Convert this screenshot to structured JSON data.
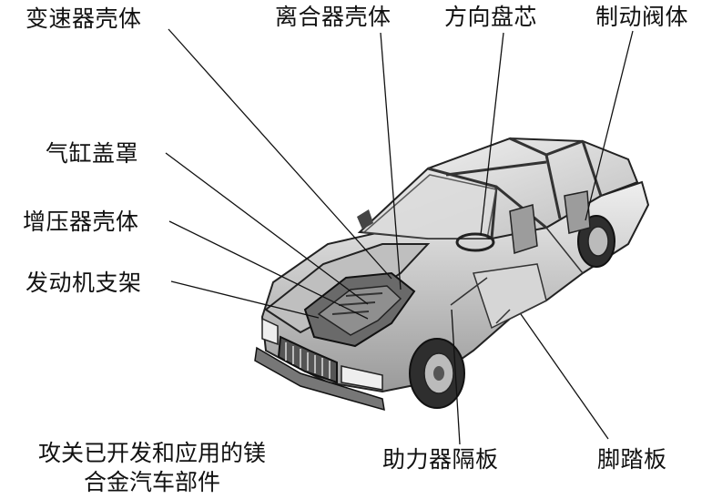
{
  "labels": {
    "gearbox_housing": "变速器壳体",
    "clutch_housing": "离合器壳体",
    "steering_wheel_core": "方向盘芯",
    "brake_valve_body": "制动阀体",
    "cylinder_head_cover": "气缸盖罩",
    "turbo_housing": "增压器壳体",
    "engine_mount": "发动机支架",
    "booster_bulkhead": "助力器隔板",
    "pedal": "脚踏板"
  },
  "caption": {
    "line1": "攻关已开发和应用的镁",
    "line2": "合金汽车部件"
  },
  "colors": {
    "ink": "#111111",
    "body_fill": "#c9c9c9",
    "dark": "#3a3a3a",
    "light": "#e8e8e8"
  }
}
